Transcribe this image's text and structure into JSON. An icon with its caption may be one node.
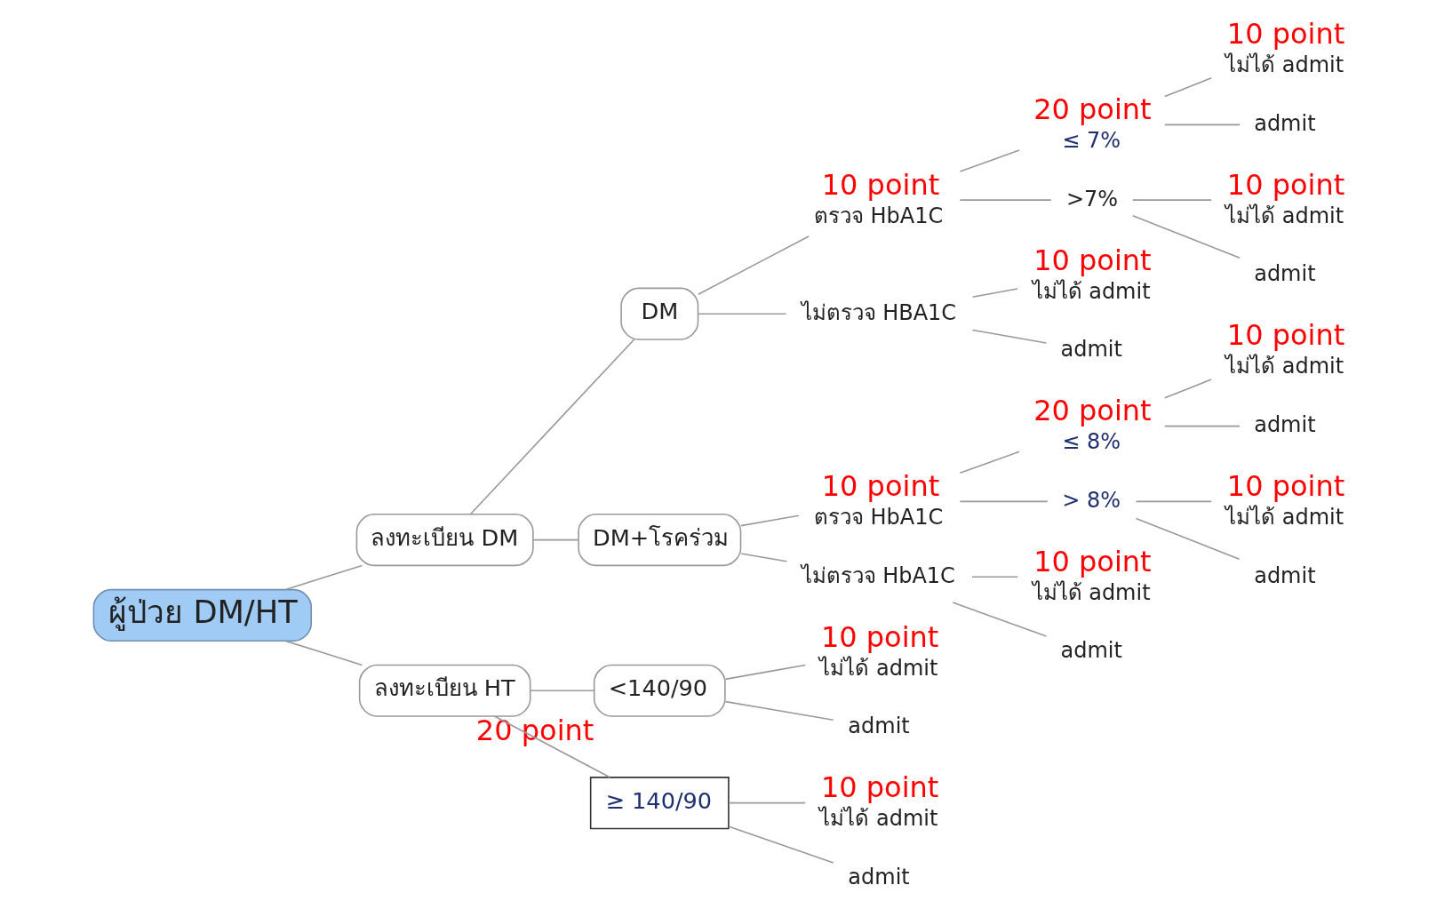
{
  "diagram": {
    "nodes": [
      {
        "text": [
          "ผู้ป่วย DM/HT"
        ]
      },
      {
        "text": [
          "ลงทะเบียน DM"
        ]
      },
      {
        "text": [
          "ลงทะเบียน HT"
        ]
      },
      {
        "text": [
          "DM"
        ]
      },
      {
        "text": [
          "DM+โรคร่วม"
        ]
      },
      {
        "text": [
          "ตรวจ HbA1C"
        ],
        "beside": [
          "10 point"
        ]
      },
      {
        "text": [
          "ไม่ตรวจ HBA1C"
        ]
      },
      {
        "text": [
          "≤ 7%"
        ],
        "beside": [
          "20 point"
        ]
      },
      {
        "text": [
          ">7%"
        ]
      },
      {
        "text": [
          "ไม่ได้ admit"
        ],
        "beside": [
          "10 point"
        ]
      },
      {
        "text": [
          "admit"
        ]
      },
      {
        "text": [
          "ไม่ได้ admit"
        ],
        "beside": [
          "10 point"
        ]
      },
      {
        "text": [
          "admit"
        ]
      },
      {
        "text": [
          "ไม่ได้ admit"
        ],
        "beside": [
          "10 point"
        ]
      },
      {
        "text": [
          "admit"
        ]
      },
      {
        "text": [
          "ตรวจ HbA1C"
        ],
        "beside": [
          "10 point"
        ]
      },
      {
        "text": [
          "ไม่ตรวจ HbA1C"
        ]
      },
      {
        "text": [
          "≤ 8%"
        ],
        "beside": [
          "20 point"
        ]
      },
      {
        "text": [
          "> 8%"
        ]
      },
      {
        "text": [
          "ไม่ได้ admit"
        ],
        "beside": [
          "10 point"
        ]
      },
      {
        "text": [
          "admit"
        ]
      },
      {
        "text": [
          "ไม่ได้ admit"
        ],
        "beside": [
          "10 point"
        ]
      },
      {
        "text": [
          "admit"
        ]
      },
      {
        "text": [
          "ไม่ได้ admit"
        ],
        "beside": [
          "10 point"
        ]
      },
      {
        "text": [
          "admit"
        ]
      },
      {
        "text": [
          "<140/90"
        ],
        "beside": [
          "20 point"
        ]
      },
      {
        "text": [
          "≥ 140/90"
        ]
      },
      {
        "text": [
          "ไม่ได้ admit"
        ],
        "beside": [
          "10 point"
        ]
      },
      {
        "text": [
          "admit"
        ]
      },
      {
        "text": [
          "ไม่ได้ admit"
        ],
        "beside": [
          "10 point"
        ]
      },
      {
        "text": [
          "admit"
        ]
      }
    ],
    "edges": [
      {
        "from": 0,
        "to": 1,
        "arrow": "none"
      },
      {
        "from": 0,
        "to": 2,
        "arrow": "none"
      },
      {
        "from": 1,
        "to": 3,
        "arrow": "none"
      },
      {
        "from": 1,
        "to": 4,
        "arrow": "none"
      },
      {
        "from": 3,
        "to": 5,
        "arrow": "none"
      },
      {
        "from": 3,
        "to": 6,
        "arrow": "none"
      },
      {
        "from": 5,
        "to": 7,
        "arrow": "none"
      },
      {
        "from": 5,
        "to": 8,
        "arrow": "none"
      },
      {
        "from": 7,
        "to": 9,
        "arrow": "none"
      },
      {
        "from": 7,
        "to": 10,
        "arrow": "none"
      },
      {
        "from": 8,
        "to": 11,
        "arrow": "none"
      },
      {
        "from": 8,
        "to": 12,
        "arrow": "none"
      },
      {
        "from": 6,
        "to": 13,
        "arrow": "none"
      },
      {
        "from": 6,
        "to": 14,
        "arrow": "none"
      },
      {
        "from": 4,
        "to": 15,
        "arrow": "none"
      },
      {
        "from": 4,
        "to": 16,
        "arrow": "none"
      },
      {
        "from": 15,
        "to": 17,
        "arrow": "none"
      },
      {
        "from": 15,
        "to": 18,
        "arrow": "none"
      },
      {
        "from": 17,
        "to": 19,
        "arrow": "none"
      },
      {
        "from": 17,
        "to": 20,
        "arrow": "none"
      },
      {
        "from": 18,
        "to": 21,
        "arrow": "none"
      },
      {
        "from": 18,
        "to": 22,
        "arrow": "none"
      },
      {
        "from": 16,
        "to": 23,
        "arrow": "none"
      },
      {
        "from": 16,
        "to": 24,
        "arrow": "none"
      },
      {
        "from": 2,
        "to": 25,
        "arrow": "none"
      },
      {
        "from": 2,
        "to": 26,
        "arrow": "none"
      },
      {
        "from": 25,
        "to": 27,
        "arrow": "none"
      },
      {
        "from": 25,
        "to": 28,
        "arrow": "none"
      },
      {
        "from": 26,
        "to": 29,
        "arrow": "none"
      },
      {
        "from": 26,
        "to": 30,
        "arrow": "none"
      }
    ]
  }
}
